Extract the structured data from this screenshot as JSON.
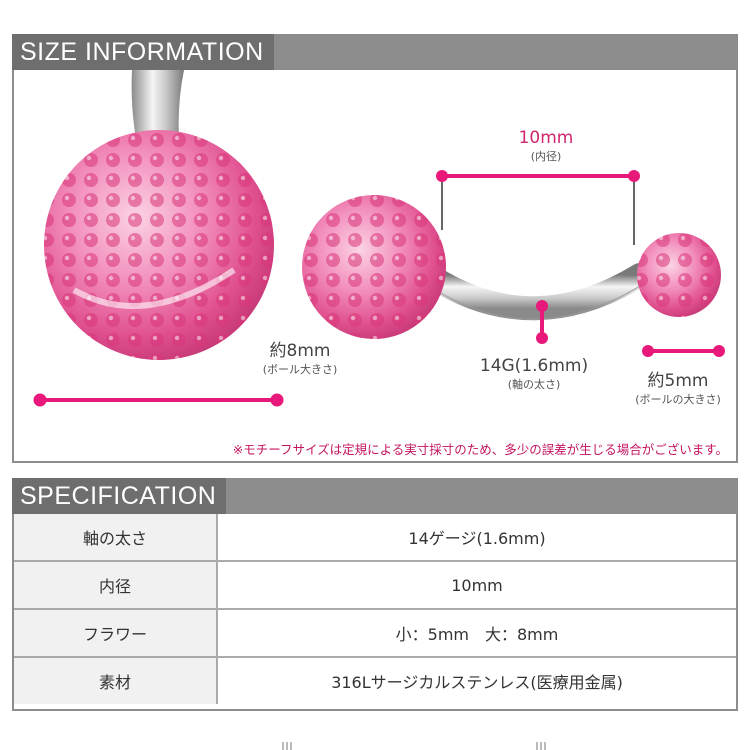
{
  "size_section": {
    "title": "SIZE INFORMATION",
    "labels": {
      "inner_diameter": "10mm",
      "inner_diameter_sub": "(内径)",
      "large_ball": "約8mm",
      "large_ball_sub": "(ボール大きさ)",
      "gauge": "14G(1.6mm)",
      "gauge_sub": "(軸の太さ)",
      "small_ball": "約5mm",
      "small_ball_sub": "(ボールの大きさ)"
    },
    "note": "※モチーフサイズは定規による実寸採寸のため、多少の誤差が生じる場合がございます。"
  },
  "spec_section": {
    "title": "SPECIFICATION",
    "rows": [
      {
        "key": "軸の太さ",
        "value": "14ゲージ(1.6mm)"
      },
      {
        "key": "内径",
        "value": "10mm"
      },
      {
        "key": "フラワー",
        "value": "小：5mm　大：8mm"
      },
      {
        "key": "素材",
        "value": "316Lサージカルステンレス(医療用金属)"
      }
    ]
  },
  "colors": {
    "header_bar": "#8c8c8c",
    "header_tab": "#6e6e6e",
    "accent_pink": "#e8197a",
    "gem_pink": "#f07cb0"
  }
}
